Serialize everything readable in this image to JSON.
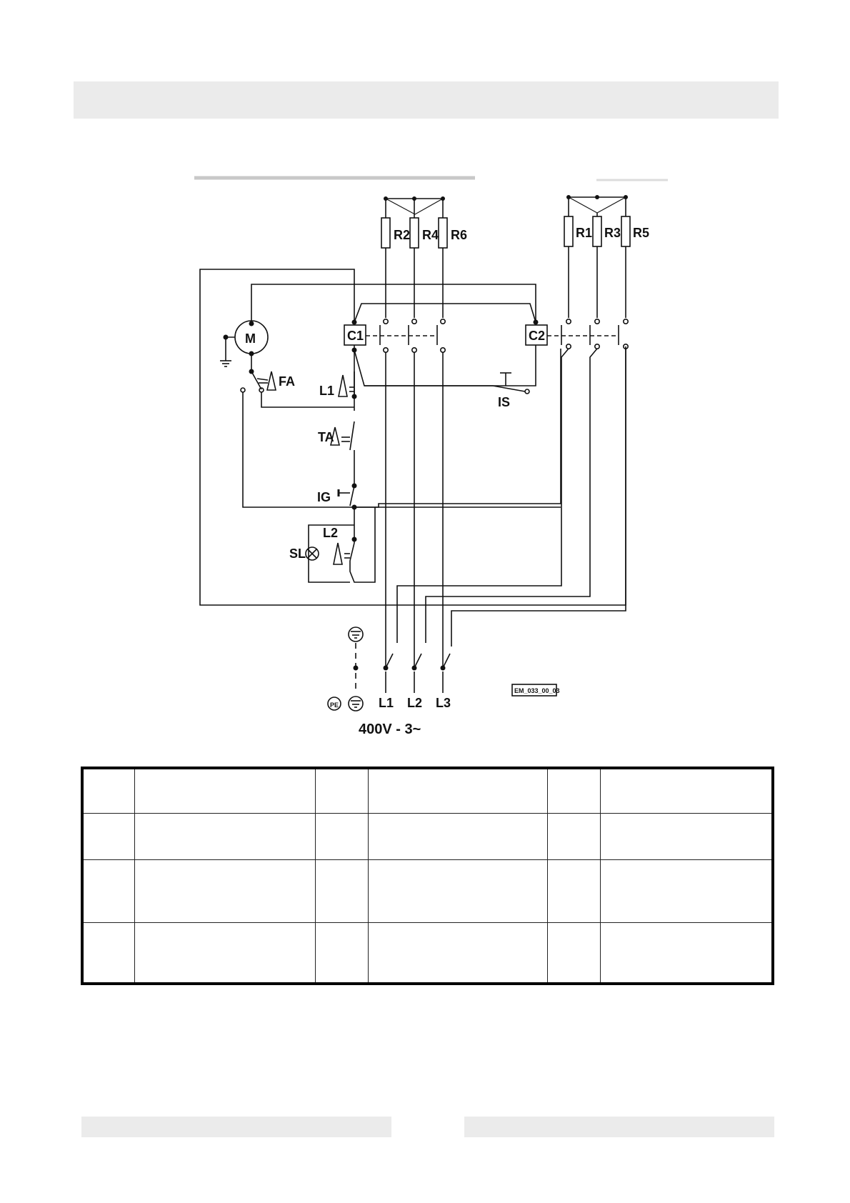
{
  "diagram": {
    "resistors_left": [
      "R2",
      "R4",
      "R6"
    ],
    "resistors_right": [
      "R1",
      "R3",
      "R5"
    ],
    "components": {
      "motor": "M",
      "contactor_1": "C1",
      "contactor_2": "C2",
      "fan_thermostat": "FA",
      "limit_thermostat_1": "L1",
      "thermostat_ta": "TA",
      "switch_ig": "IG",
      "limit_thermostat_2": "L2",
      "signal_lamp": "SL",
      "switch_is": "IS",
      "protective_earth": "PE"
    },
    "supply_lines": [
      "L1",
      "L2",
      "L3"
    ],
    "supply_voltage": "400V - 3~",
    "drawing_code": "EM_033_00_03"
  },
  "legend_table": {
    "rows": [
      [
        "",
        "",
        "",
        "",
        "",
        ""
      ],
      [
        "",
        "",
        "",
        "",
        "",
        ""
      ],
      [
        "",
        "",
        "",
        "",
        "",
        ""
      ],
      [
        "",
        "",
        "",
        "",
        "",
        ""
      ]
    ]
  }
}
